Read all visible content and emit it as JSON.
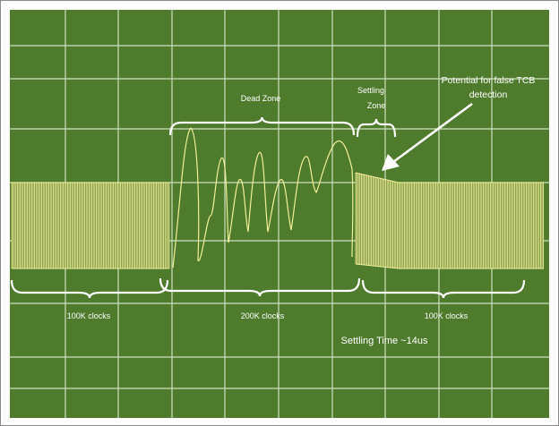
{
  "colors": {
    "background": "#4e7b2c",
    "grid": "#cfe0c0",
    "signal": "#f2ef9a",
    "signal_dark": "#5e7f2e",
    "annotation": "#ffffff"
  },
  "labels": {
    "dead_zone": "Dead Zone",
    "settling_zone_line1": "Settling",
    "settling_zone_line2": "Zone",
    "false_tcb_line1": "Potential for false TCB",
    "false_tcb_line2": "detection",
    "clocks_left": "100K clocks",
    "clocks_middle": "200K clocks",
    "clocks_right": "100K clocks",
    "settling_time": "Settling Time ~14us"
  }
}
